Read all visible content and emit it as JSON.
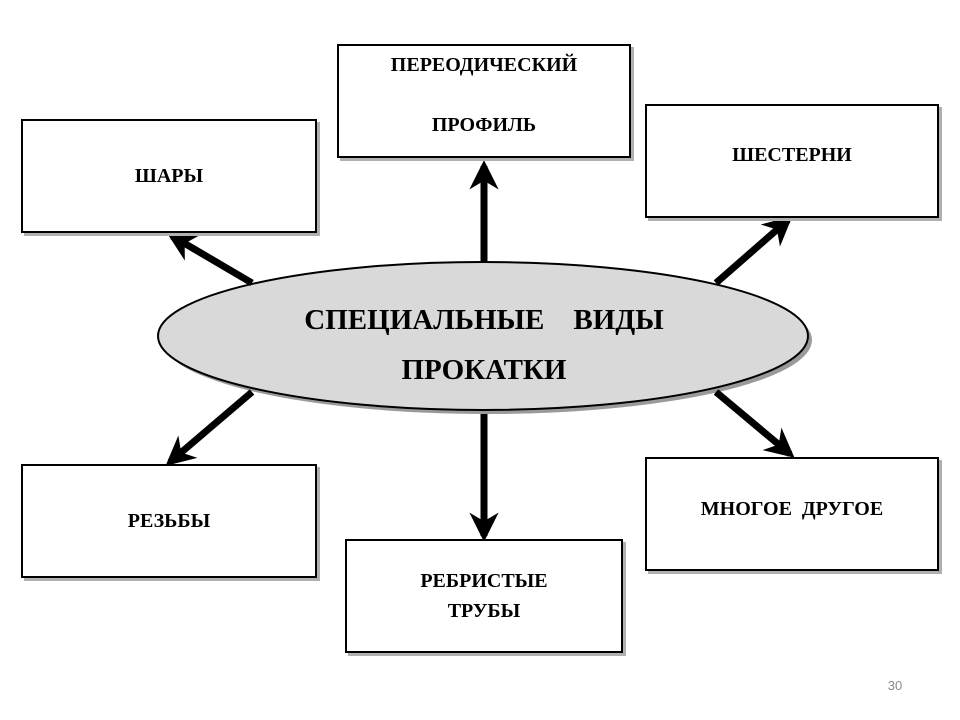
{
  "diagram": {
    "center": {
      "line1": "СПЕЦИАЛЬНЫЕ    ВИДЫ",
      "line2": "ПРОКАТКИ"
    },
    "nodes": {
      "periodic_profile": {
        "line1": "ПЕРЕОДИЧЕСКИЙ",
        "line2": "ПРОФИЛЬ"
      },
      "balls": {
        "label": "ШАРЫ"
      },
      "gears": {
        "label": "ШЕСТЕРНИ"
      },
      "threads": {
        "label": "РЕЗЬБЫ"
      },
      "finned_tubes": {
        "line1": "РЕБРИСТЫЕ",
        "line2": "ТРУБЫ"
      },
      "much_more": {
        "label": "МНОГОЕ  ДРУГОЕ"
      }
    },
    "colors": {
      "ellipse_fill": "#d9d9d9",
      "stroke": "#000000",
      "box_fill": "#ffffff"
    }
  },
  "slide": {
    "page_number": "30"
  }
}
